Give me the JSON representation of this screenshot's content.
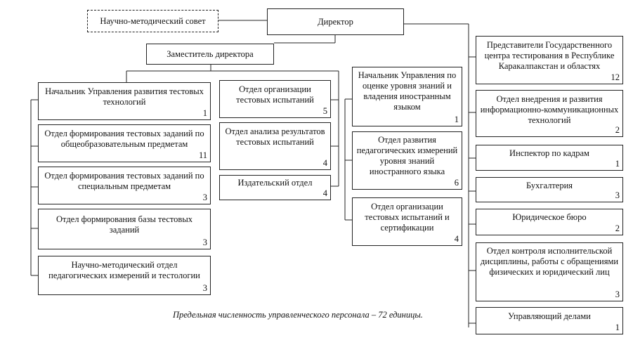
{
  "boxes": {
    "council": {
      "title": "Научно-методический совет"
    },
    "director": {
      "title": "Директор"
    },
    "deputy": {
      "title": "Заместитель директора"
    },
    "head_testing_dev": {
      "title": "Начальник  Управления развития тестовых технологий",
      "count": "1"
    },
    "gen_subjects": {
      "title": "Отдел формирования тестовых заданий по общеобразовательным предметам",
      "count": "11"
    },
    "spec_subjects": {
      "title": "Отдел формирования тестовых заданий по специальным предметам",
      "count": "3"
    },
    "task_base": {
      "title": "Отдел формирования базы тестовых заданий",
      "count": "3"
    },
    "method_dept": {
      "title": "Научно-методический отдел педагогических измерений и тестологии",
      "count": "3"
    },
    "test_org": {
      "title": "Отдел организации тестовых испытаний",
      "count": "5"
    },
    "analysis": {
      "title": "Отдел анализа результатов тестовых испытаний",
      "count": "4"
    },
    "publishing": {
      "title": "Издательский отдел",
      "count": "4"
    },
    "head_lang": {
      "title": "Начальник Управления по оценке уровня знаний и владения иностранным языком",
      "count": "1"
    },
    "lang_measure": {
      "title": "Отдел развития педагогических измерений уровня знаний иностранного языка",
      "count": "6"
    },
    "lang_cert": {
      "title": "Отдел организации тестовых испытаний и сертификации",
      "count": "4"
    },
    "regional_reps": {
      "title": "Представители Государственного центра тестирования в Республике Каракалпакстан и областях",
      "count": "12"
    },
    "ict": {
      "title": "Отдел внедрения и развития информационно-коммуникационных технологий",
      "count": "2"
    },
    "hr": {
      "title": "Инспектор по кадрам",
      "count": "1"
    },
    "accounting": {
      "title": "Бухгалтерия",
      "count": "3"
    },
    "legal": {
      "title": "Юридическое бюро",
      "count": "2"
    },
    "discipline": {
      "title": "Отдел контроля исполнительской дисциплины, работы с обращениями физических и юридический лиц",
      "count": "3"
    },
    "affairs": {
      "title": "Управляющий делами",
      "count": "1"
    }
  },
  "caption": "Предельная численность управленческого персонала – 72 единицы."
}
